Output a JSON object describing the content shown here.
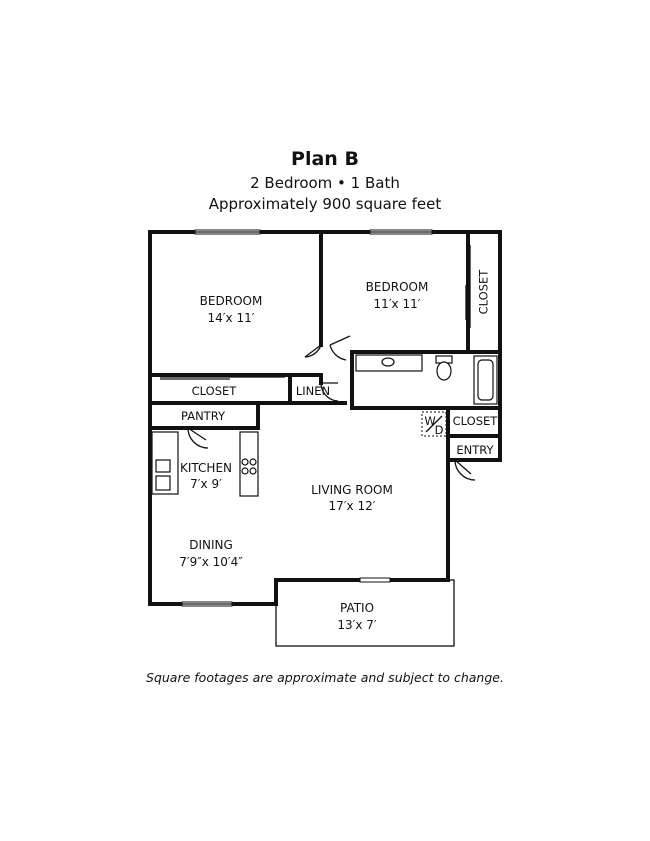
{
  "header": {
    "title": "Plan B",
    "subtitle_rooms": "2 Bedroom • 1 Bath",
    "subtitle_area": "Approximately 900 square feet"
  },
  "rooms": {
    "bedroom1": {
      "name": "BEDROOM",
      "size": "14′x 11′"
    },
    "bedroom2": {
      "name": "BEDROOM",
      "size": "11′x 11′"
    },
    "closet_bed1": {
      "name": "CLOSET"
    },
    "closet_bed2": {
      "name": "CLOSET"
    },
    "linen": {
      "name": "LINEN"
    },
    "pantry": {
      "name": "PANTRY"
    },
    "kitchen": {
      "name": "KITCHEN",
      "size": "7′x 9′"
    },
    "living": {
      "name": "LIVING ROOM",
      "size": "17′x 12′"
    },
    "dining": {
      "name": "DINING",
      "size": "7′9″x 10′4″"
    },
    "patio": {
      "name": "PATIO",
      "size": "13′x 7′"
    },
    "washer_dryer": {
      "top": "W",
      "bottom": "D"
    },
    "closet_entry": {
      "name": "CLOSET"
    },
    "entry": {
      "name": "ENTRY"
    }
  },
  "footnote": "Square footages are approximate and subject to change."
}
